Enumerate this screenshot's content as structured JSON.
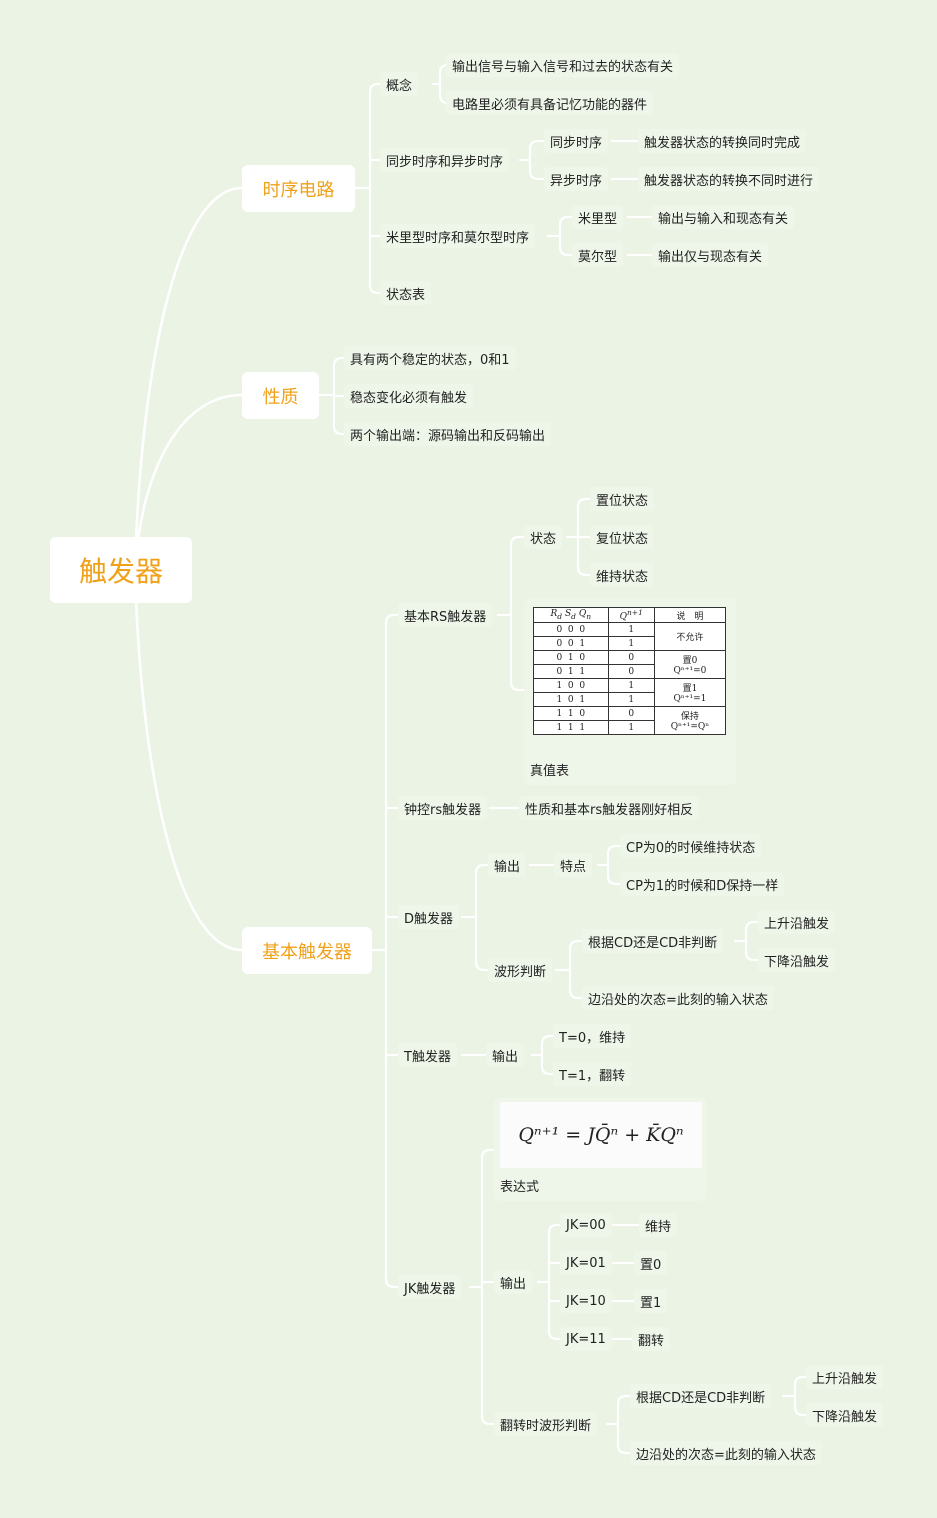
{
  "root": {
    "label": "触发器"
  },
  "branches": {
    "seq": {
      "label": "时序电路",
      "concept": {
        "label": "概念",
        "items": [
          "输出信号与输入信号和过去的状态有关",
          "电路里必须有具备记忆功能的器件"
        ]
      },
      "syncasync": {
        "label": "同步时序和异步时序",
        "sync": {
          "label": "同步时序",
          "desc": "触发器状态的转换同时完成"
        },
        "async": {
          "label": "异步时序",
          "desc": "触发器状态的转换不同时进行"
        }
      },
      "mealymoore": {
        "label": "米里型时序和莫尔型时序",
        "mealy": {
          "label": "米里型",
          "desc": "输出与输入和现态有关"
        },
        "moore": {
          "label": "莫尔型",
          "desc": "输出仅与现态有关"
        }
      },
      "statetable": {
        "label": "状态表"
      }
    },
    "prop": {
      "label": "性质",
      "items": [
        "具有两个稳定的状态，0和1",
        "稳态变化必须有触发",
        "两个输出端：源码输出和反码输出"
      ]
    },
    "basic": {
      "label": "基本触发器",
      "rs": {
        "label": "基本RS触发器",
        "state": {
          "label": "状态",
          "items": [
            "置位状态",
            "复位状态",
            "维持状态"
          ]
        },
        "truth": {
          "caption": "真值表",
          "header": {
            "r": "R",
            "r_sub": "d",
            "s": "S",
            "s_sub": "d",
            "q": "Q",
            "q_sub": "n",
            "qn": "Q",
            "qn_sup": "n+1",
            "desc": "说　明"
          },
          "groups": [
            {
              "rows": [
                [
                  "0",
                  "0",
                  "0",
                  "1"
                ],
                [
                  "0",
                  "0",
                  "1",
                  "1"
                ]
              ],
              "desc1": "不允许",
              "desc2": ""
            },
            {
              "rows": [
                [
                  "0",
                  "1",
                  "0",
                  "0"
                ],
                [
                  "0",
                  "1",
                  "1",
                  "0"
                ]
              ],
              "desc1": "置0",
              "desc2": "Qⁿ⁺¹=0"
            },
            {
              "rows": [
                [
                  "1",
                  "0",
                  "0",
                  "1"
                ],
                [
                  "1",
                  "0",
                  "1",
                  "1"
                ]
              ],
              "desc1": "置1",
              "desc2": "Qⁿ⁺¹=1"
            },
            {
              "rows": [
                [
                  "1",
                  "1",
                  "0",
                  "0"
                ],
                [
                  "1",
                  "1",
                  "1",
                  "1"
                ]
              ],
              "desc1": "保持",
              "desc2": "Qⁿ⁺¹=Qⁿ"
            }
          ]
        }
      },
      "clocked": {
        "label": "钟控rs触发器",
        "desc": "性质和基本rs触发器刚好相反"
      },
      "d": {
        "label": "D触发器",
        "output": {
          "label": "输出",
          "feature": "特点",
          "items": [
            "CP为0的时候维持状态",
            "CP为1的时候和D保持一样"
          ]
        },
        "wave": {
          "label": "波形判断",
          "by": "根据CD还是CD非判断",
          "edges": [
            "上升沿触发",
            "下降沿触发"
          ],
          "edge_state": "边沿处的次态=此刻的输入状态"
        }
      },
      "t": {
        "label": "T触发器",
        "output": "输出",
        "items": [
          "T=0，维持",
          "T=1，翻转"
        ]
      },
      "jk": {
        "label": "JK触发器",
        "expr": {
          "caption": "表达式",
          "formula": "Qⁿ⁺¹ = JQ̄ⁿ + K̄Qⁿ"
        },
        "output": {
          "label": "输出",
          "cases": [
            {
              "k": "JK=00",
              "v": "维持"
            },
            {
              "k": "JK=01",
              "v": "置0"
            },
            {
              "k": "JK=10",
              "v": "置1"
            },
            {
              "k": "JK=11",
              "v": "翻转"
            }
          ]
        },
        "wave": {
          "label": "翻转时波形判断",
          "by": "根据CD还是CD非判断",
          "edges": [
            "上升沿触发",
            "下降沿触发"
          ],
          "edge_state": "边沿处的次态=此刻的输入状态"
        }
      }
    }
  },
  "colors": {
    "background": "#eaf3e4",
    "accent": "#f0a11a",
    "link": "#ffffff",
    "node_bg": "#eef6e9"
  }
}
